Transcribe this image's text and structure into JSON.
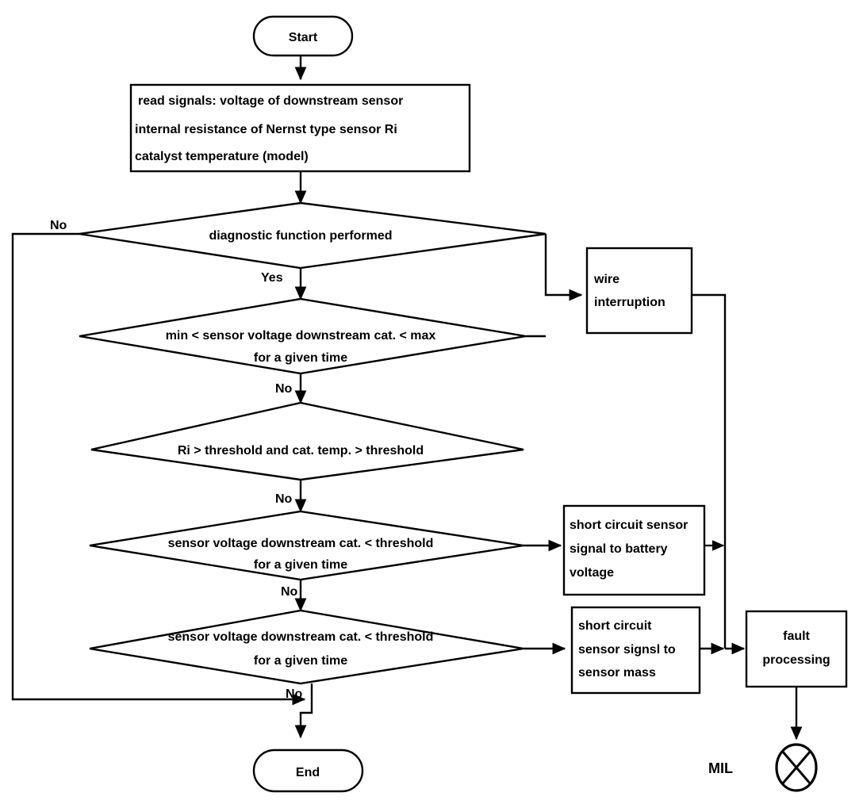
{
  "diagram": {
    "title": "Lambda sensor downstream catalyst diagnostic flowchart",
    "stroke_color": "#000000",
    "fill_color": "#ffffff",
    "nodes": {
      "start": {
        "label": "Start",
        "type": "terminator"
      },
      "read_signals": {
        "type": "process",
        "line1": "read signals: voltage of downstream sensor",
        "line2": "internal resistance of Nernst type sensor Ri",
        "line3": "catalyst temperature (model)"
      },
      "decision_diagnostic": {
        "type": "decision",
        "line1": "diagnostic function performed"
      },
      "decision_minmax": {
        "type": "decision",
        "line1": "min < sensor voltage downstream cat. < max",
        "line2": "for a given time"
      },
      "decision_ri": {
        "type": "decision",
        "line1": "Ri  > threshold and cat. temp. > threshold"
      },
      "decision_short_battery": {
        "type": "decision",
        "line1": "sensor voltage downstream cat. < threshold",
        "line2": "for a given time"
      },
      "decision_short_mass": {
        "type": "decision",
        "line1": "sensor voltage downstream cat. < threshold",
        "line2": "for a given time"
      },
      "wire_interruption": {
        "type": "process",
        "line1": "wire",
        "line2": "interruption"
      },
      "short_circuit_battery": {
        "type": "process",
        "line1": "short circuit sensor",
        "line2": "signal to battery",
        "line3": "voltage"
      },
      "short_circuit_mass": {
        "type": "process",
        "line1": "short circuit",
        "line2": "sensor signsl to",
        "line3": "sensor mass"
      },
      "fault_processing": {
        "type": "process",
        "line1": "fault",
        "line2": "processing"
      },
      "mil": {
        "label": "MIL",
        "type": "lamp-indicator"
      },
      "end": {
        "label": "End",
        "type": "terminator"
      }
    },
    "edge_labels": {
      "diagnostic_no": "No",
      "diagnostic_yes": "Yes",
      "minmax_no": "No",
      "ri_no": "No",
      "short_battery_no": "No",
      "short_mass_no": "No"
    }
  }
}
